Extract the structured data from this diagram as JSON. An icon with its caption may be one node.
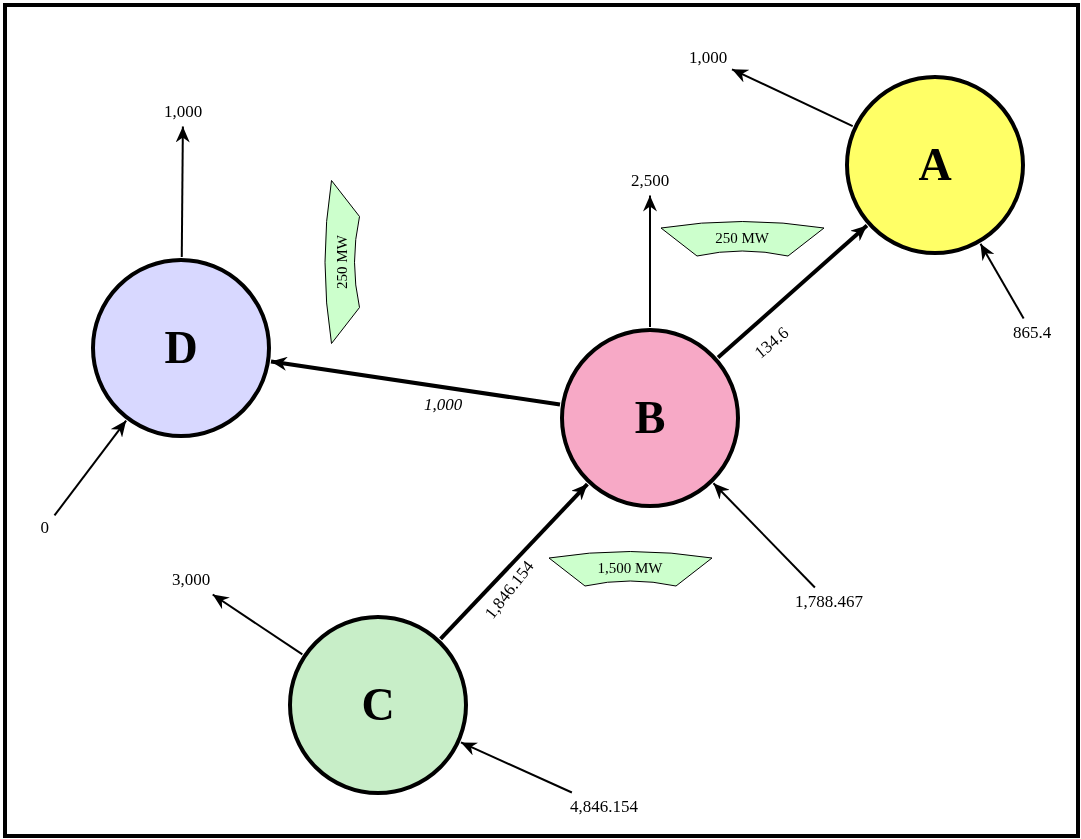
{
  "diagram": {
    "nodes": [
      {
        "text": [
          "A"
        ]
      },
      {
        "text": [
          "D"
        ]
      },
      {
        "text": [
          "B"
        ]
      },
      {
        "text": [
          "C"
        ]
      },
      {
        "text": [
          "1,000"
        ]
      },
      {
        "text": [
          "865.4"
        ]
      },
      {
        "text": [
          "1,000"
        ]
      },
      {
        "text": [
          "2,500"
        ]
      },
      {
        "text": [
          "0"
        ]
      },
      {
        "text": [
          "1,788.467"
        ]
      },
      {
        "text": [
          "3,000"
        ]
      },
      {
        "text": [
          "4,846.154"
        ]
      },
      {
        "text": [
          "250 MW"
        ]
      },
      {
        "text": [
          "250 MW"
        ]
      },
      {
        "text": [
          "1,500 MW"
        ]
      }
    ],
    "edges": [
      {
        "from": 0,
        "to": 4,
        "arrow": "to"
      },
      {
        "from": 5,
        "to": 0,
        "arrow": "to"
      },
      {
        "from": 1,
        "to": 6,
        "arrow": "to"
      },
      {
        "from": 2,
        "to": 7,
        "arrow": "to"
      },
      {
        "from": 8,
        "to": 1,
        "arrow": "to"
      },
      {
        "from": 9,
        "to": 2,
        "arrow": "to"
      },
      {
        "from": 3,
        "to": 10,
        "arrow": "to"
      },
      {
        "from": 11,
        "to": 3,
        "arrow": "to"
      },
      {
        "from": 2,
        "to": 1,
        "arrow": "to",
        "label": "1,000",
        "style": "thick"
      },
      {
        "from": 2,
        "to": 0,
        "arrow": "to",
        "label": "134.6",
        "style": "thick"
      },
      {
        "from": 3,
        "to": 2,
        "arrow": "to",
        "label": "1,846.154",
        "style": "thick"
      }
    ]
  }
}
